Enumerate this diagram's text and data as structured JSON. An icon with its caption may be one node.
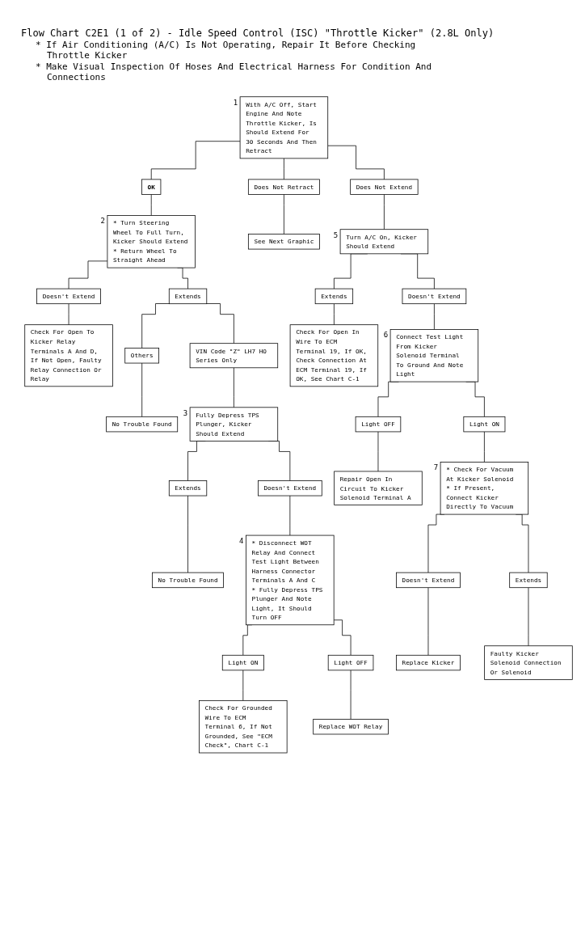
{
  "diagram": {
    "title": "Flow Chart C2E1 (1 of 2) - Idle Speed Control (ISC) \"Throttle Kicker\" (2.8L Only)",
    "labels": [
      "* If Air Conditioning (A/C) Is Not Operating, Repair It Before Checking Throttle Kicker",
      "* Make Visual Inspection Of Hoses And Electrical Harness For Condition And Connections"
    ],
    "nodes": [
      {
        "text": [
          "With A/C Off, Start Engine And Note Throttle Kicker, Is Should Extend For 30 Seconds And Then Retract"
        ],
        "beside": [
          "1"
        ]
      },
      {
        "text": [
          "Does Not Retract"
        ]
      },
      {
        "text": [
          "See Next Graphic"
        ]
      },
      {
        "text": [
          "Does Not Extend"
        ]
      },
      {
        "text": [
          "Turn A/C On, Kicker Should Extend"
        ],
        "beside": [
          "5"
        ]
      },
      {
        "text": [
          "OK"
        ]
      },
      {
        "text": [
          "* Turn Steering Wheel To Full Turn, Kicker Should Extend",
          "* Return Wheel To Straight Ahead"
        ],
        "beside": [
          "2"
        ]
      },
      {
        "text": [
          "Extends"
        ]
      },
      {
        "text": [
          "Check For Open In Wire To ECM Terminal 19, If OK, Check Connection At ECM Terminal 19, If OK, See Chart C-1"
        ]
      },
      {
        "text": [
          "Doesn't Extend"
        ]
      },
      {
        "text": [
          "Check For Open To Kicker Relay Terminals A And D, If Not Open, Faulty Relay Connection Or Relay"
        ]
      },
      {
        "text": [
          "Doesn't Extend"
        ]
      },
      {
        "text": [
          "Connect Test Light From Kicker Solenoid Terminal To Ground And Note Light"
        ],
        "beside": [
          "6"
        ]
      },
      {
        "text": [
          "Light OFF"
        ]
      },
      {
        "text": [
          "Repair Open In Circuit To Kicker Solenoid Terminal A"
        ]
      },
      {
        "text": [
          "Extends"
        ]
      },
      {
        "text": [
          "Others"
        ]
      },
      {
        "text": [
          "No Trouble Found"
        ]
      },
      {
        "text": [
          "Light ON"
        ]
      },
      {
        "text": [
          "* Check For Vacuum At Kicker Solenoid",
          "* If Present, Connect Kicker Directly To Vacuum"
        ],
        "beside": [
          "7"
        ]
      },
      {
        "text": [
          "VIN Code \"Z\" LH7 HO Series Only"
        ]
      },
      {
        "text": [
          "Fully Depress TPS Plunger, Kicker Should Extend"
        ],
        "beside": [
          "3"
        ]
      },
      {
        "text": [
          "Doesn't Extend"
        ]
      },
      {
        "text": [
          "Replace Kicker"
        ]
      },
      {
        "text": [
          "Extends"
        ]
      },
      {
        "text": [
          "No Trouble Found"
        ]
      },
      {
        "text": [
          "Extends"
        ]
      },
      {
        "text": [
          "Faulty Kicker Solenoid Connection Or Solenoid"
        ]
      },
      {
        "text": [
          "Doesn't Extend"
        ]
      },
      {
        "text": [
          "* Disconnect WOT Relay And Connect Test Light Between Harness Connector Terminals A And C",
          "* Fully Depress TPS Plunger And Note Light, It Should Turn OFF"
        ],
        "beside": [
          "4"
        ]
      },
      {
        "text": [
          "Light ON"
        ]
      },
      {
        "text": [
          "Check For Grounded Wire To ECM Terminal 6, If Not Grounded, See \"ECM Check\", Chart C-1"
        ]
      },
      {
        "text": [
          "Light OFF"
        ]
      },
      {
        "text": [
          "Replace WOT Relay"
        ]
      }
    ],
    "edges": [
      {
        "from": 0,
        "to": 5,
        "arrow": "none"
      },
      {
        "from": 0,
        "to": 1,
        "arrow": "none"
      },
      {
        "from": 0,
        "to": 3,
        "arrow": "none"
      },
      {
        "from": 1,
        "to": 2,
        "arrow": "none"
      },
      {
        "from": 3,
        "to": 4,
        "arrow": "none"
      },
      {
        "from": 5,
        "to": 6,
        "arrow": "none"
      },
      {
        "from": 4,
        "to": 7,
        "arrow": "none"
      },
      {
        "from": 7,
        "to": 8,
        "arrow": "none"
      },
      {
        "from": 4,
        "to": 11,
        "arrow": "none"
      },
      {
        "from": 6,
        "to": 9,
        "arrow": "none"
      },
      {
        "from": 9,
        "to": 10,
        "arrow": "none"
      },
      {
        "from": 6,
        "to": 15,
        "arrow": "none"
      },
      {
        "from": 11,
        "to": 12,
        "arrow": "none"
      },
      {
        "from": 12,
        "to": 13,
        "arrow": "none"
      },
      {
        "from": 13,
        "to": 14,
        "arrow": "none"
      },
      {
        "from": 15,
        "to": 16,
        "arrow": "none"
      },
      {
        "from": 16,
        "to": 17,
        "arrow": "none"
      },
      {
        "from": 12,
        "to": 18,
        "arrow": "none"
      },
      {
        "from": 18,
        "to": 19,
        "arrow": "none"
      },
      {
        "from": 15,
        "to": 20,
        "arrow": "none"
      },
      {
        "from": 20,
        "to": 21,
        "arrow": "none"
      },
      {
        "from": 19,
        "to": 22,
        "arrow": "none"
      },
      {
        "from": 22,
        "to": 23,
        "arrow": "none"
      },
      {
        "from": 21,
        "to": 24,
        "arrow": "none"
      },
      {
        "from": 24,
        "to": 25,
        "arrow": "none"
      },
      {
        "from": 19,
        "to": 26,
        "arrow": "none"
      },
      {
        "from": 26,
        "to": 27,
        "arrow": "none"
      },
      {
        "from": 21,
        "to": 28,
        "arrow": "none"
      },
      {
        "from": 28,
        "to": 29,
        "arrow": "none"
      },
      {
        "from": 29,
        "to": 30,
        "arrow": "none"
      },
      {
        "from": 30,
        "to": 31,
        "arrow": "none"
      },
      {
        "from": 29,
        "to": 32,
        "arrow": "none"
      },
      {
        "from": 32,
        "to": 33,
        "arrow": "none"
      }
    ]
  }
}
